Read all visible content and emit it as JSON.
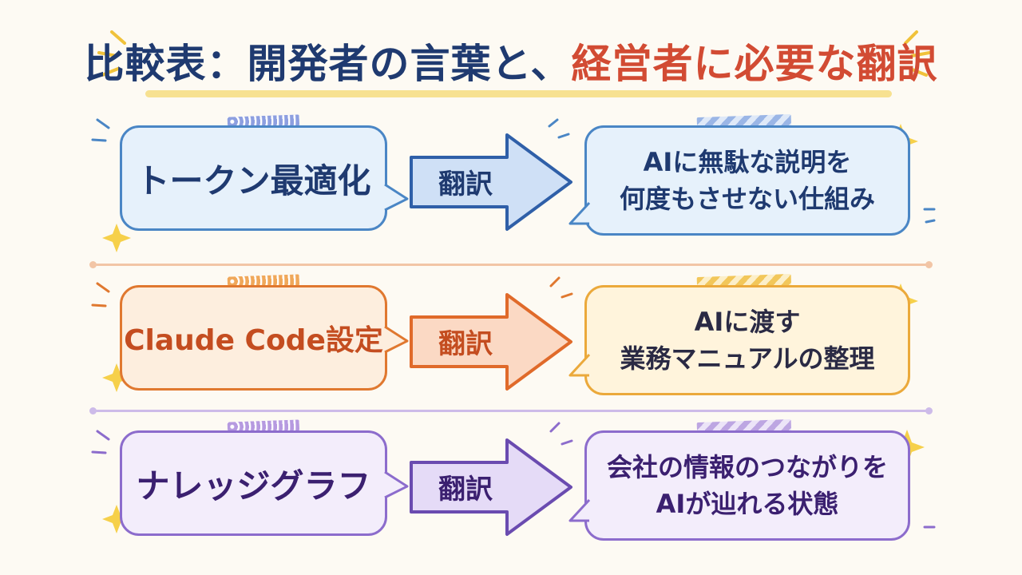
{
  "title": {
    "part1": "比較表：開発者の言葉と、",
    "part2": "経営者に必要な翻訳"
  },
  "rows": [
    {
      "developer_term": "トークン最適化",
      "arrow_label": "翻訳",
      "executive_line1": "AIに無駄な説明を",
      "executive_line2": "何度もさせない仕組み"
    },
    {
      "developer_term": "Claude Code設定",
      "arrow_label": "翻訳",
      "executive_line1": "AIに渡す",
      "executive_line2": "業務マニュアルの整理"
    },
    {
      "developer_term": "ナレッジグラフ",
      "arrow_label": "翻訳",
      "executive_line1": "会社の情報のつながりを",
      "executive_line2": "AIが辿れる状態"
    }
  ],
  "colors": {
    "title_dark": "#1f3a70",
    "title_red": "#d24b33",
    "row1": "#4a86c5",
    "row2": "#e0782f",
    "row3": "#8c6ccc"
  }
}
